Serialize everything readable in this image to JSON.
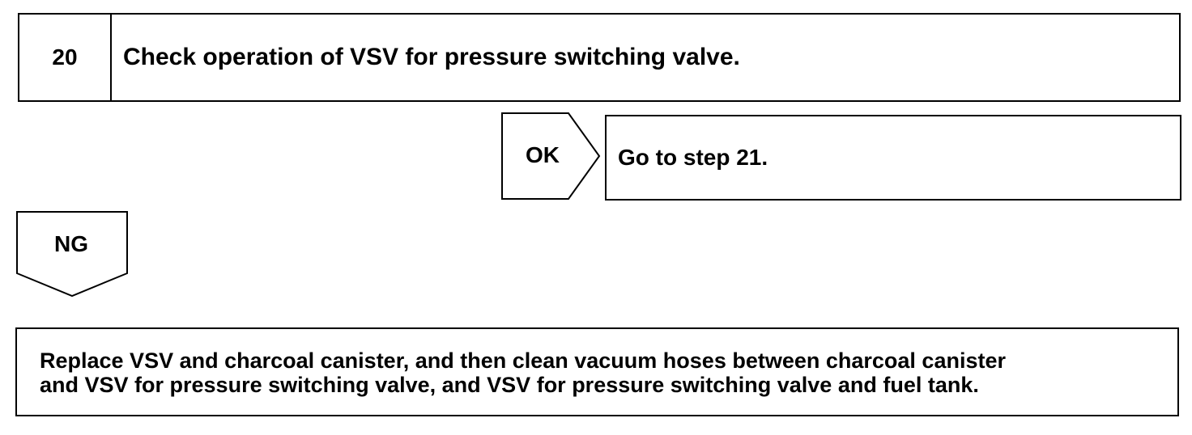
{
  "step": {
    "number": "20",
    "title": "Check operation of VSV for pressure switching valve."
  },
  "ok_branch": {
    "label": "OK",
    "result": "Go to step 21."
  },
  "ng_branch": {
    "label": "NG",
    "result_lines": [
      "Replace VSV and charcoal canister, and then clean vacuum hoses between charcoal canister",
      "and VSV for pressure switching valve, and VSV for pressure switching valve and fuel tank."
    ]
  }
}
